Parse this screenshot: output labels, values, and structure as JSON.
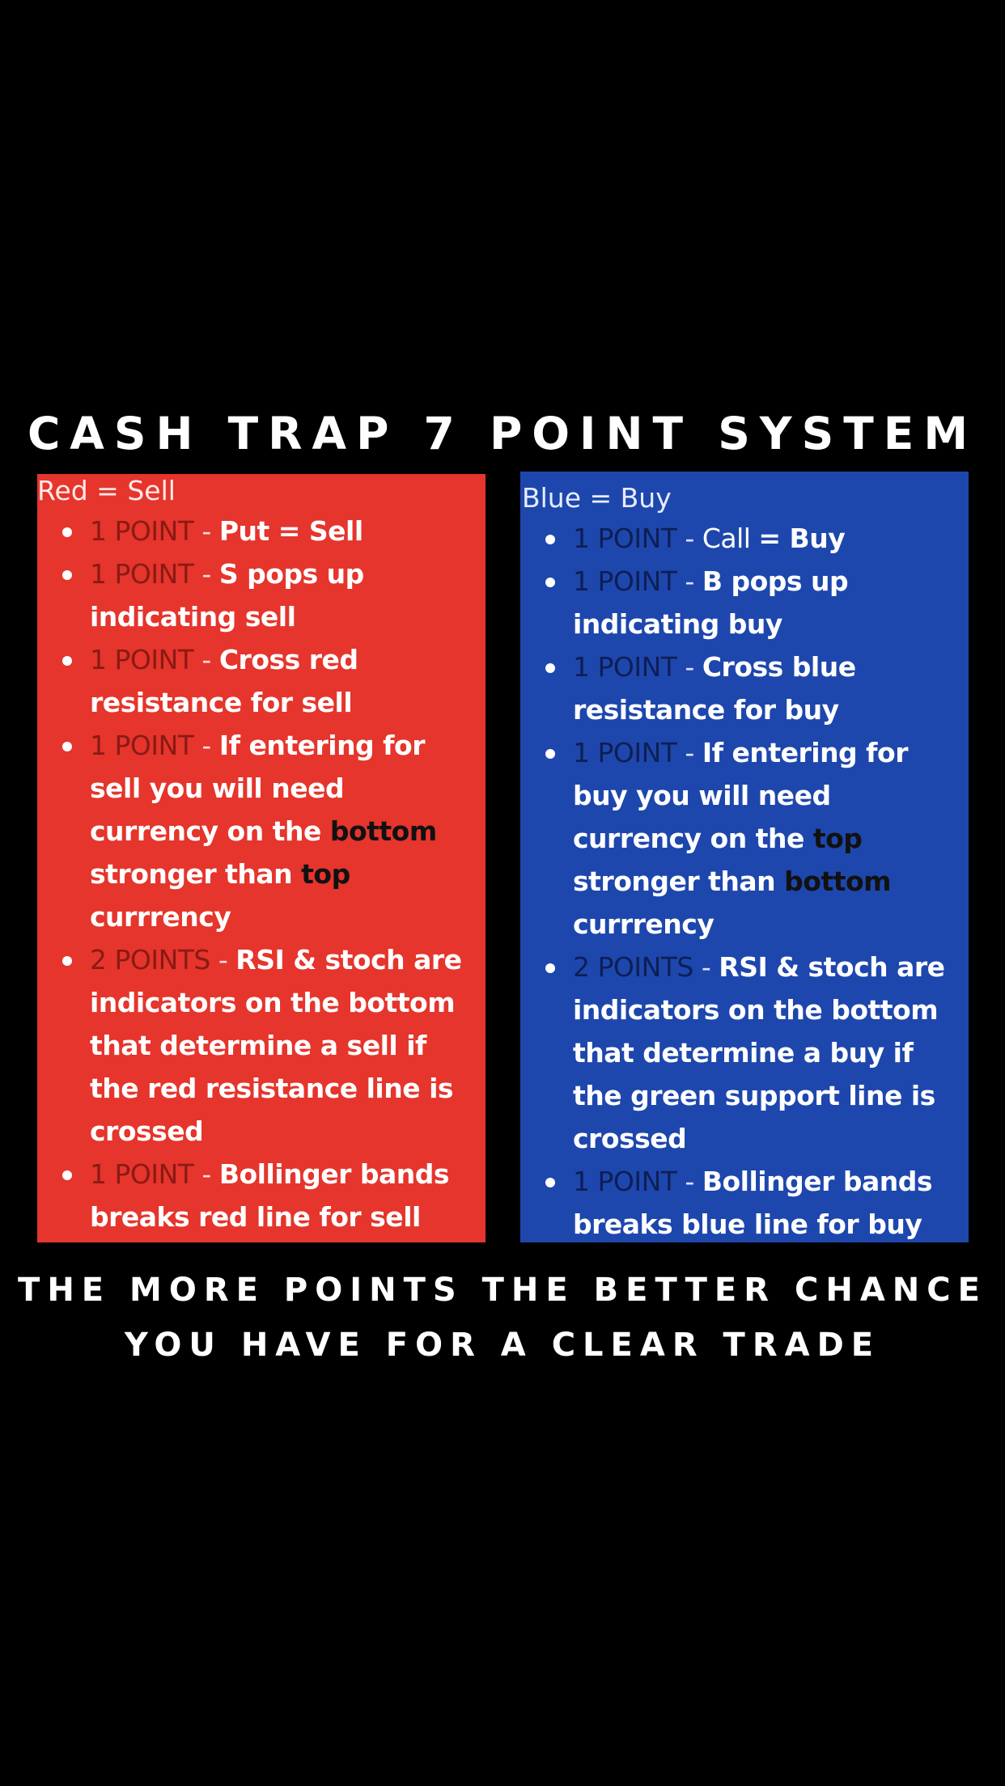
{
  "title": "CASH TRAP 7 POINT SYSTEM",
  "colors": {
    "background": "#000000",
    "red_panel": "#e5352c",
    "blue_panel": "#1e47ad",
    "text": "#ffffff"
  },
  "red": {
    "heading": "Red = Sell",
    "items": [
      {
        "points": "1 POINT",
        "dash": " - ",
        "parts": [
          {
            "t": "Put = Sell",
            "s": "bold"
          }
        ]
      },
      {
        "points": "1 POINT",
        "dash": " - ",
        "parts": [
          {
            "t": "S pops up indicating sell",
            "s": "bold"
          }
        ]
      },
      {
        "points": "1 POINT",
        "dash": " - ",
        "parts": [
          {
            "t": "Cross red resistance for sell",
            "s": "bold"
          }
        ]
      },
      {
        "points": " 1 POINT",
        "dash": " - ",
        "parts": [
          {
            "t": "If entering for sell you will need currency on the ",
            "s": "bold"
          },
          {
            "t": "bottom",
            "s": "dark"
          },
          {
            "t": " stronger than ",
            "s": "bold"
          },
          {
            "t": "top",
            "s": "dark"
          },
          {
            "t": " currrency",
            "s": "bold"
          }
        ]
      },
      {
        "points": "2 POINTS",
        "dash": " - ",
        "parts": [
          {
            "t": "RSI & stoch are indicators on the bottom that determine a sell if the red resistance line is crossed",
            "s": "bold"
          }
        ]
      },
      {
        "points": "1 POINT",
        "dash": " - ",
        "parts": [
          {
            "t": "Bollinger bands breaks red line for sell",
            "s": "bold"
          }
        ]
      }
    ]
  },
  "blue": {
    "heading": "Blue = Buy",
    "items": [
      {
        "points": "1 POINT",
        "dash": " - ",
        "parts": [
          {
            "t": "Call ",
            "s": "plain"
          },
          {
            "t": "= Buy",
            "s": "bold"
          }
        ]
      },
      {
        "points": "1 POINT",
        "dash": " - ",
        "parts": [
          {
            "t": "B pops up indicating buy",
            "s": "bold"
          }
        ]
      },
      {
        "points": "1 POINT",
        "dash": " - ",
        "parts": [
          {
            "t": "Cross blue resistance for buy",
            "s": "bold"
          }
        ]
      },
      {
        "points": " 1 POINT",
        "dash": " - ",
        "parts": [
          {
            "t": "If entering for buy you will need currency on the ",
            "s": "bold"
          },
          {
            "t": "top",
            "s": "dark"
          },
          {
            "t": " stronger than  ",
            "s": "bold"
          },
          {
            "t": "bottom",
            "s": "dark"
          },
          {
            "t": " currrency",
            "s": "bold"
          }
        ]
      },
      {
        "points": "2 POINTS",
        "dash": " - ",
        "parts": [
          {
            "t": "RSI & stoch are indicators on the bottom that determine a buy if the green support line is crossed",
            "s": "bold"
          }
        ]
      },
      {
        "points": "1 POINT",
        "dash": " - ",
        "parts": [
          {
            "t": "Bollinger bands breaks blue line for buy",
            "s": "bold"
          }
        ]
      }
    ]
  },
  "footer": {
    "line1": "THE MORE POINTS THE BETTER CHANCE",
    "line2": "YOU HAVE FOR A CLEAR TRADE"
  }
}
